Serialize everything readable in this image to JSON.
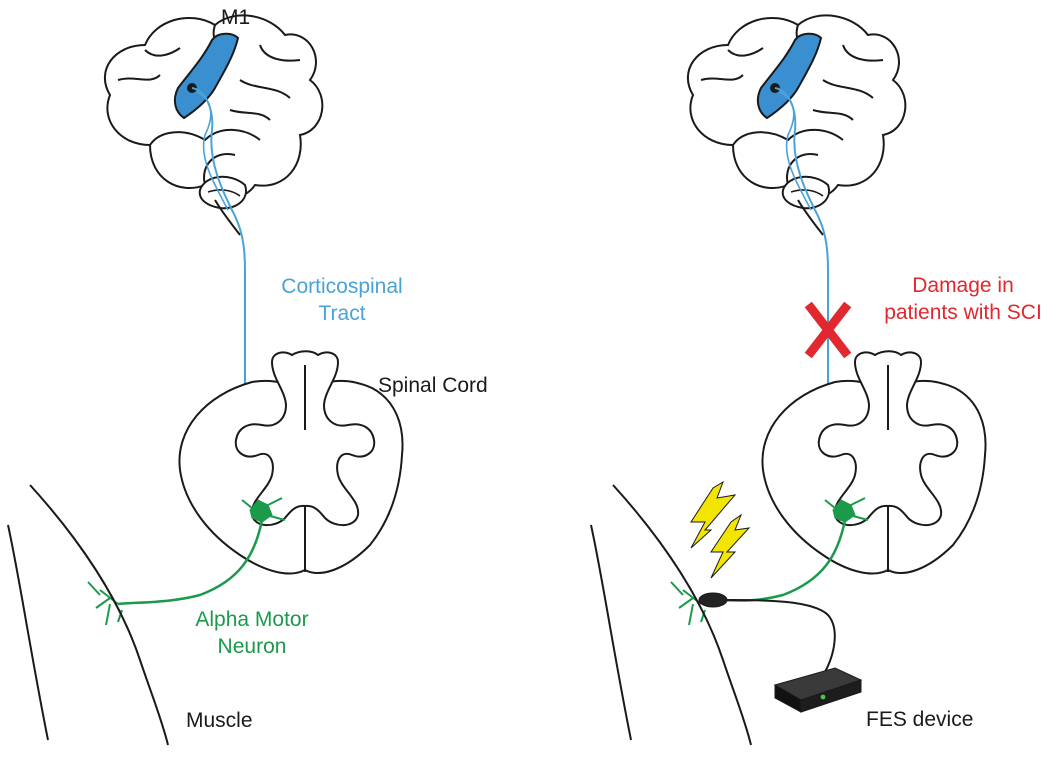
{
  "labels": {
    "m1": "M1",
    "corticospinal_line1": "Corticospinal",
    "corticospinal_line2": "Tract",
    "spinal_cord": "Spinal Cord",
    "alpha_line1": "Alpha Motor",
    "alpha_line2": "Neuron",
    "muscle": "Muscle",
    "damage_line1": "Damage in",
    "damage_line2": "patients with SCI",
    "fes_device": "FES device"
  },
  "colors": {
    "outline": "#1a1a1a",
    "m1_region": "#3a8fd0",
    "corticospinal": "#4aa3d8",
    "motor_neuron": "#1a9a4a",
    "damage": "#e0282e",
    "lightning": "#f2e600",
    "fes_device": "#222222",
    "fes_led": "#46c846"
  },
  "icons": {
    "damage_mark": "x-mark-icon",
    "stimulation": "lightning-bolt-icon",
    "electrode": "electrode-icon",
    "device": "stimulator-box-icon"
  }
}
